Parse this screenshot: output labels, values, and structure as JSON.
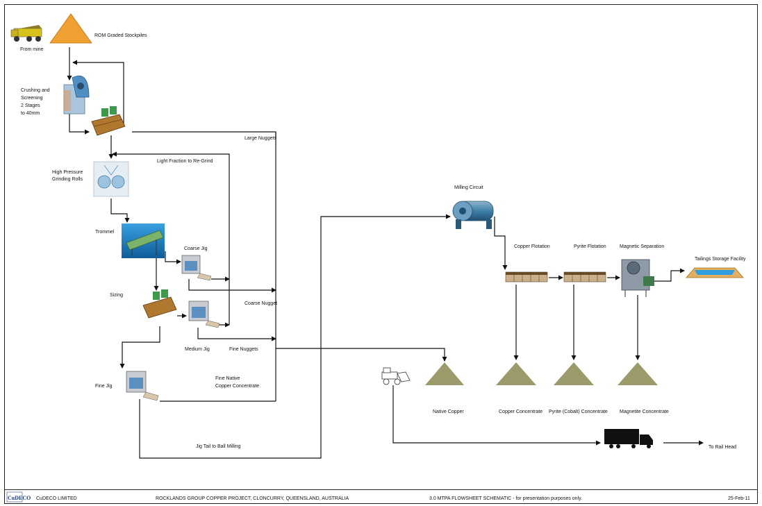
{
  "labels": {
    "from_mine": "From mine",
    "rom": "ROM Graded Stockpiles",
    "crushing": [
      "Crushing and",
      "Screening",
      "2 Stages",
      "to 40mm"
    ],
    "large_nuggets": "Large Nuggets",
    "light_fraction": "Light Fraction to Re-Grind",
    "hpgr": [
      "High Pressure",
      "Grinding Rolls"
    ],
    "trommel": "Trommel",
    "coarse_jig": "Coarse Jig",
    "sizing": "Sizing",
    "coarse_nugget": "Coarse Nugget",
    "medium_jig": "Medium Jig",
    "fine_nuggets": "Fine Nuggets",
    "fine_jig": "Fine Jig",
    "fine_native": [
      "Fine Native",
      "Copper Concentrate"
    ],
    "jig_tail": "Jig Tail to Ball Milling",
    "milling": "Milling Circuit",
    "copper_flotation": "Copper Flotation",
    "pyrite_flotation": "Pyrite Flotation",
    "magnetic_sep": "Magnetic Separation",
    "tailings": "Tailings Storage Facility",
    "native_copper": "Native Copper",
    "copper_conc": "Copper Concentrate",
    "pyrite_conc": "Pyrite (Cobalt) Concentrate",
    "magnetite_conc": "Magnetite Concentrate",
    "rail_head": "To Rail Head"
  },
  "footer": {
    "logo": "CuDECO",
    "company": "CuDECO LIMITED",
    "project": "ROCKLANDS GROUP COPPER PROJECT, CLONCURRY, QUEENSLAND, AUSTRALIA",
    "title": "3.0 MTPA FLOWSHEET SCHEMATIC - for presentation purposes only.",
    "date": "25-Feb-11"
  },
  "colors": {
    "stockpile_orange": "#f0a030",
    "concentrate_olive": "#9a9a6a",
    "tailings_blue": "#2e9ee0",
    "equipment_blue": "#3f7fa8"
  }
}
